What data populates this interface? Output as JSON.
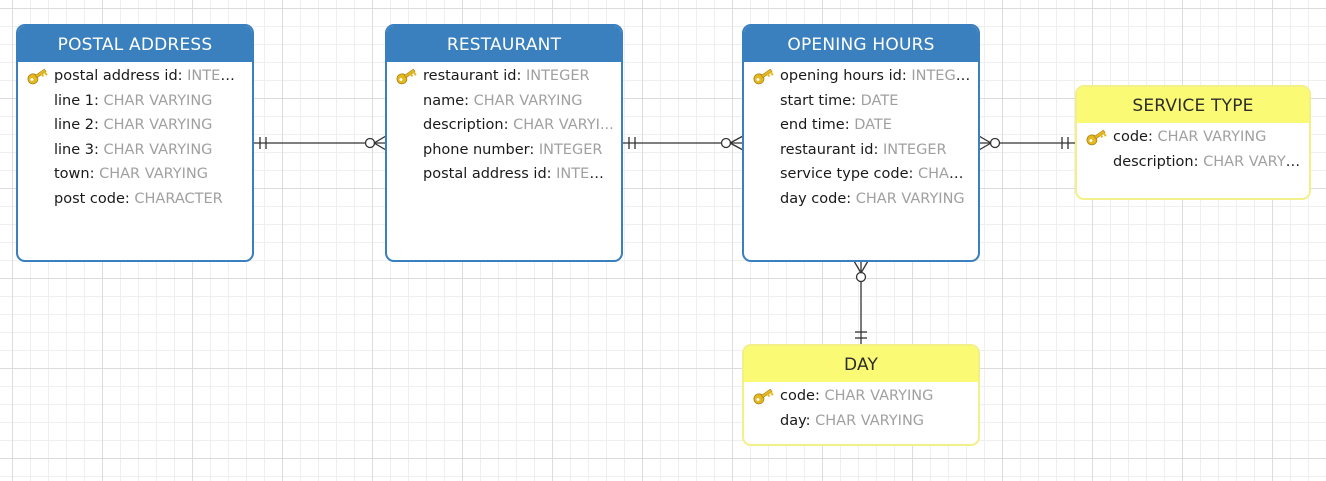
{
  "colors": {
    "entity_header": "#3b80be",
    "entity_border": "#3a7fbf",
    "lookup_header": "#fbfa74",
    "lookup_border": "#f3f08a",
    "field_type": "#a0a0a0",
    "key_icon": "#e6b820"
  },
  "entities": {
    "postal_address": {
      "title": "POSTAL ADDRESS",
      "fields": [
        {
          "name": "postal address id",
          "type": "INTEGER",
          "key": true
        },
        {
          "name": "line 1",
          "type": "CHAR VARYING"
        },
        {
          "name": "line 2",
          "type": "CHAR VARYING"
        },
        {
          "name": "line 3",
          "type": "CHAR VARYING"
        },
        {
          "name": "town",
          "type": "CHAR VARYING"
        },
        {
          "name": "post code",
          "type": "CHARACTER"
        }
      ]
    },
    "restaurant": {
      "title": "RESTAURANT",
      "fields": [
        {
          "name": "restaurant id",
          "type": "INTEGER",
          "key": true
        },
        {
          "name": "name",
          "type": "CHAR VARYING"
        },
        {
          "name": "description",
          "type": "CHAR VARYI..."
        },
        {
          "name": "phone number",
          "type": "INTEGER"
        },
        {
          "name": "postal address id",
          "type": "INTEGER"
        }
      ]
    },
    "opening_hours": {
      "title": "OPENING HOURS",
      "fields": [
        {
          "name": "opening hours id",
          "type": "INTEGER",
          "key": true
        },
        {
          "name": "start time",
          "type": "DATE"
        },
        {
          "name": "end time",
          "type": "DATE"
        },
        {
          "name": "restaurant id",
          "type": "INTEGER"
        },
        {
          "name": "service type code",
          "type": "CHAR ..."
        },
        {
          "name": "day code",
          "type": "CHAR VARYING"
        }
      ]
    },
    "service_type": {
      "title": "SERVICE TYPE",
      "fields": [
        {
          "name": "code",
          "type": "CHAR VARYING",
          "key": true
        },
        {
          "name": "description",
          "type": "CHAR VARYI..."
        }
      ]
    },
    "day": {
      "title": "DAY",
      "fields": [
        {
          "name": "code",
          "type": "CHAR VARYING",
          "key": true
        },
        {
          "name": "day",
          "type": "CHAR VARYING"
        }
      ]
    }
  },
  "relationships": [
    {
      "from": "postal_address",
      "to": "restaurant",
      "from_cardinality": "one-and-only-one",
      "to_cardinality": "zero-or-many"
    },
    {
      "from": "restaurant",
      "to": "opening_hours",
      "from_cardinality": "one-and-only-one",
      "to_cardinality": "zero-or-many"
    },
    {
      "from": "service_type",
      "to": "opening_hours",
      "from_cardinality": "one-and-only-one",
      "to_cardinality": "zero-or-many"
    },
    {
      "from": "day",
      "to": "opening_hours",
      "from_cardinality": "one-and-only-one",
      "to_cardinality": "zero-or-many"
    }
  ]
}
